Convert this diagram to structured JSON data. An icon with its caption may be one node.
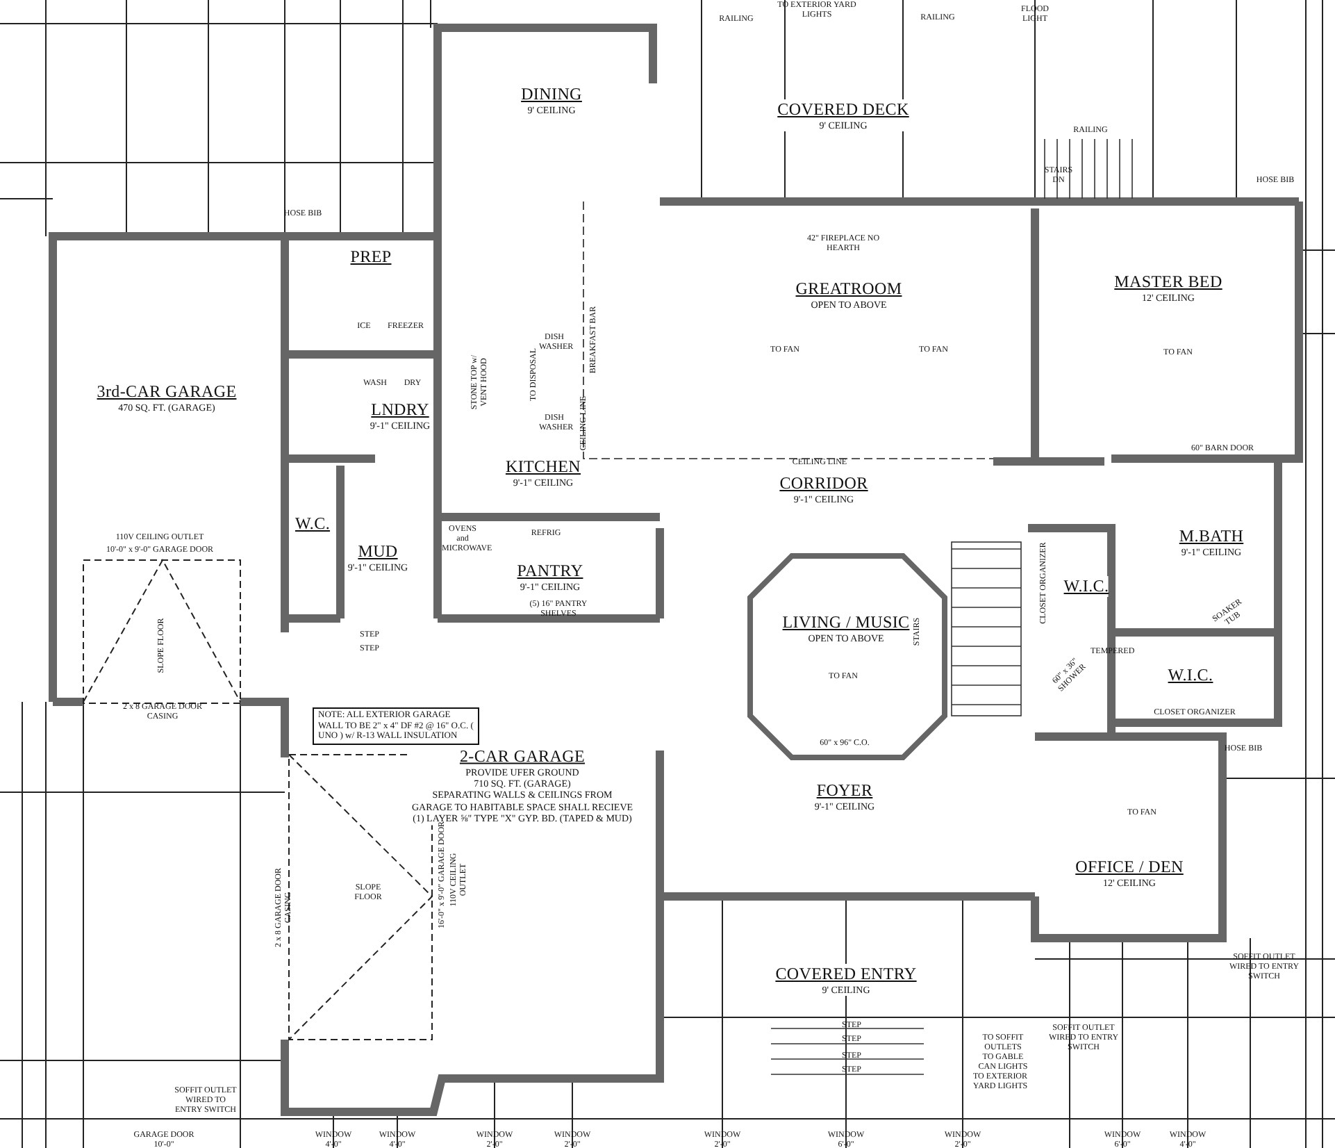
{
  "diagram": {
    "nodes": [
      {
        "text": [
          "DINING",
          "9' CEILING"
        ]
      },
      {
        "text": [
          "COVERED DECK",
          "9' CEILING"
        ]
      },
      {
        "text": [
          "PREP"
        ]
      },
      {
        "text": [
          "3rd-CAR GARAGE",
          "470 SQ. FT. (GARAGE)"
        ]
      },
      {
        "text": [
          "LNDRY",
          "9'-1\" CEILING"
        ]
      },
      {
        "text": [
          "KITCHEN",
          "9'-1\" CEILING"
        ]
      },
      {
        "text": [
          "GREATROOM",
          "OPEN TO ABOVE"
        ]
      },
      {
        "text": [
          "MASTER BED",
          "12' CEILING"
        ]
      },
      {
        "text": [
          "W.C."
        ]
      },
      {
        "text": [
          "MUD",
          "9'-1\" CEILING"
        ]
      },
      {
        "text": [
          "CORRIDOR",
          "9'-1\" CEILING"
        ]
      },
      {
        "text": [
          "PANTRY",
          "9'-1\" CEILING"
        ]
      },
      {
        "text": [
          "M.BATH",
          "9'-1\" CEILING"
        ]
      },
      {
        "text": [
          "W.I.C."
        ]
      },
      {
        "text": [
          "W.I.C."
        ]
      },
      {
        "text": [
          "LIVING / MUSIC",
          "OPEN TO ABOVE"
        ]
      },
      {
        "text": [
          "2-CAR GARAGE",
          "PROVIDE UFER GROUND",
          "710 SQ. FT. (GARAGE)",
          "SEPARATING WALLS & CEILINGS FROM GARAGE TO HABITABLE SPACE SHALL RECIEVE (1) LAYER ⅝\" TYPE \"X\" GYP. BD. (TAPED & MUD)"
        ]
      },
      {
        "text": [
          "FOYER",
          "9'-1\" CEILING"
        ]
      },
      {
        "text": [
          "OFFICE / DEN",
          "12' CEILING"
        ]
      },
      {
        "text": [
          "COVERED ENTRY",
          "9' CEILING"
        ]
      }
    ],
    "labels": [
      "RAILING",
      "RAILING",
      "RAILING",
      "STAIRS DN",
      "42\" FIREPLACE NO HEARTH",
      "CEILING LINE",
      "CEILING LINE",
      "ICE",
      "FREEZER",
      "WASH",
      "DRY",
      "DISH WASHER",
      "DISH WASHER",
      "STONE TOP w/ VENT HOOD",
      "BREAKFAST BAR",
      "TO DISPOSAL",
      "OVENS and MICROWAVE",
      "REFRIG",
      "(5) 16\" PANTRY SHELVES",
      "STEP",
      "STEP",
      "10'-0\" x 9'-0\" GARAGE DOOR",
      "110V CEILING OUTLET",
      "SLOPE FLOOR",
      "2 x 8 GARAGE DOOR CASING",
      "NOTE: ALL EXTERIOR GARAGE WALL TO BE 2\" x 4\" DF #2 @ 16\" O.C. ( UNO ) w/ R-13 WALL INSULATION",
      "2 x 8 GARAGE DOOR CASING",
      "SLOPE FLOOR",
      "16'-0\" x 9'-0\" GARAGE DOOR",
      "110V CEILING OUTLET",
      "SOFFIT OUTLET WIRED TO ENTRY SWITCH",
      "STAIRS",
      "CLOSET ORGANIZER",
      "CLOSET ORGANIZER",
      "SOAKER TUB",
      "60\" BARN DOOR",
      "HOSE BIB",
      "HOSE BIB",
      "HOSE BIB",
      "TO EXTERIOR YARD LIGHTS",
      "FLOOD LIGHT",
      "TO EXTERIOR YARD LIGHTS",
      "TO SOFFIT OUTLETS",
      "TO GABLE CAN LIGHTS",
      "SOFFIT OUTLET WIRED TO ENTRY SWITCH",
      "SOFFIT OUTLET WIRED TO ENTRY SWITCH",
      "STEP",
      "STEP",
      "STEP",
      "STEP",
      "TO FAN",
      "TO FAN",
      "TO FAN",
      "TO FAN",
      "TO FAN",
      "60\" x 96\" C.O.",
      "GARAGE DOOR 10'-0\"",
      "WINDOW 4'-0\"",
      "WINDOW 4'-0\"",
      "WINDOW 2'-0\"",
      "WINDOW 2'-0\"",
      "WINDOW 2'-0\"",
      "WINDOW 6'-0\"",
      "WINDOW 2'-0\"",
      "WINDOW 6'-0\"",
      "WINDOW 4'-0\"",
      "60\" x 36\" SHOWER",
      "TEMPERED"
    ]
  }
}
